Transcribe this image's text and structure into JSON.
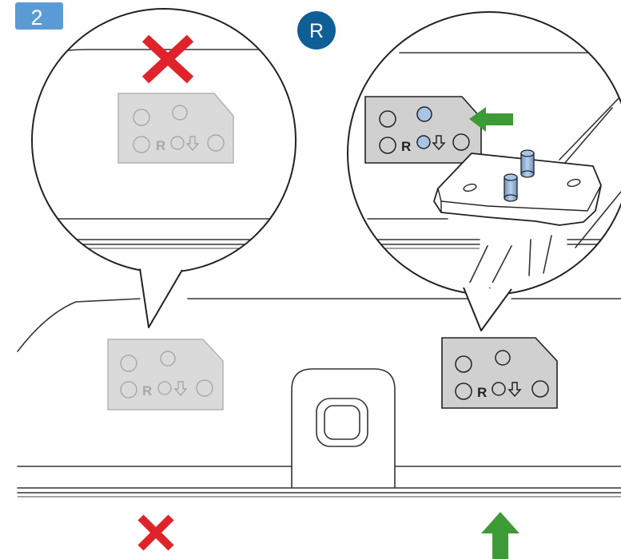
{
  "step_badge": {
    "number": "2",
    "color": "#5b9bd5"
  },
  "side_badge": {
    "letter": "R",
    "color": "#0f5e96"
  },
  "plate_label": "R",
  "colors": {
    "cross": "#e0232b",
    "arrow": "#3d9b35",
    "hole_highlight": "#a9c4e6",
    "plate_grey": "#dadada",
    "plate_dark": "#d0d0d0"
  },
  "icons": {
    "wrong": "cross-icon",
    "insert": "arrow-icon",
    "down_arrow": "down-arrow-icon"
  }
}
